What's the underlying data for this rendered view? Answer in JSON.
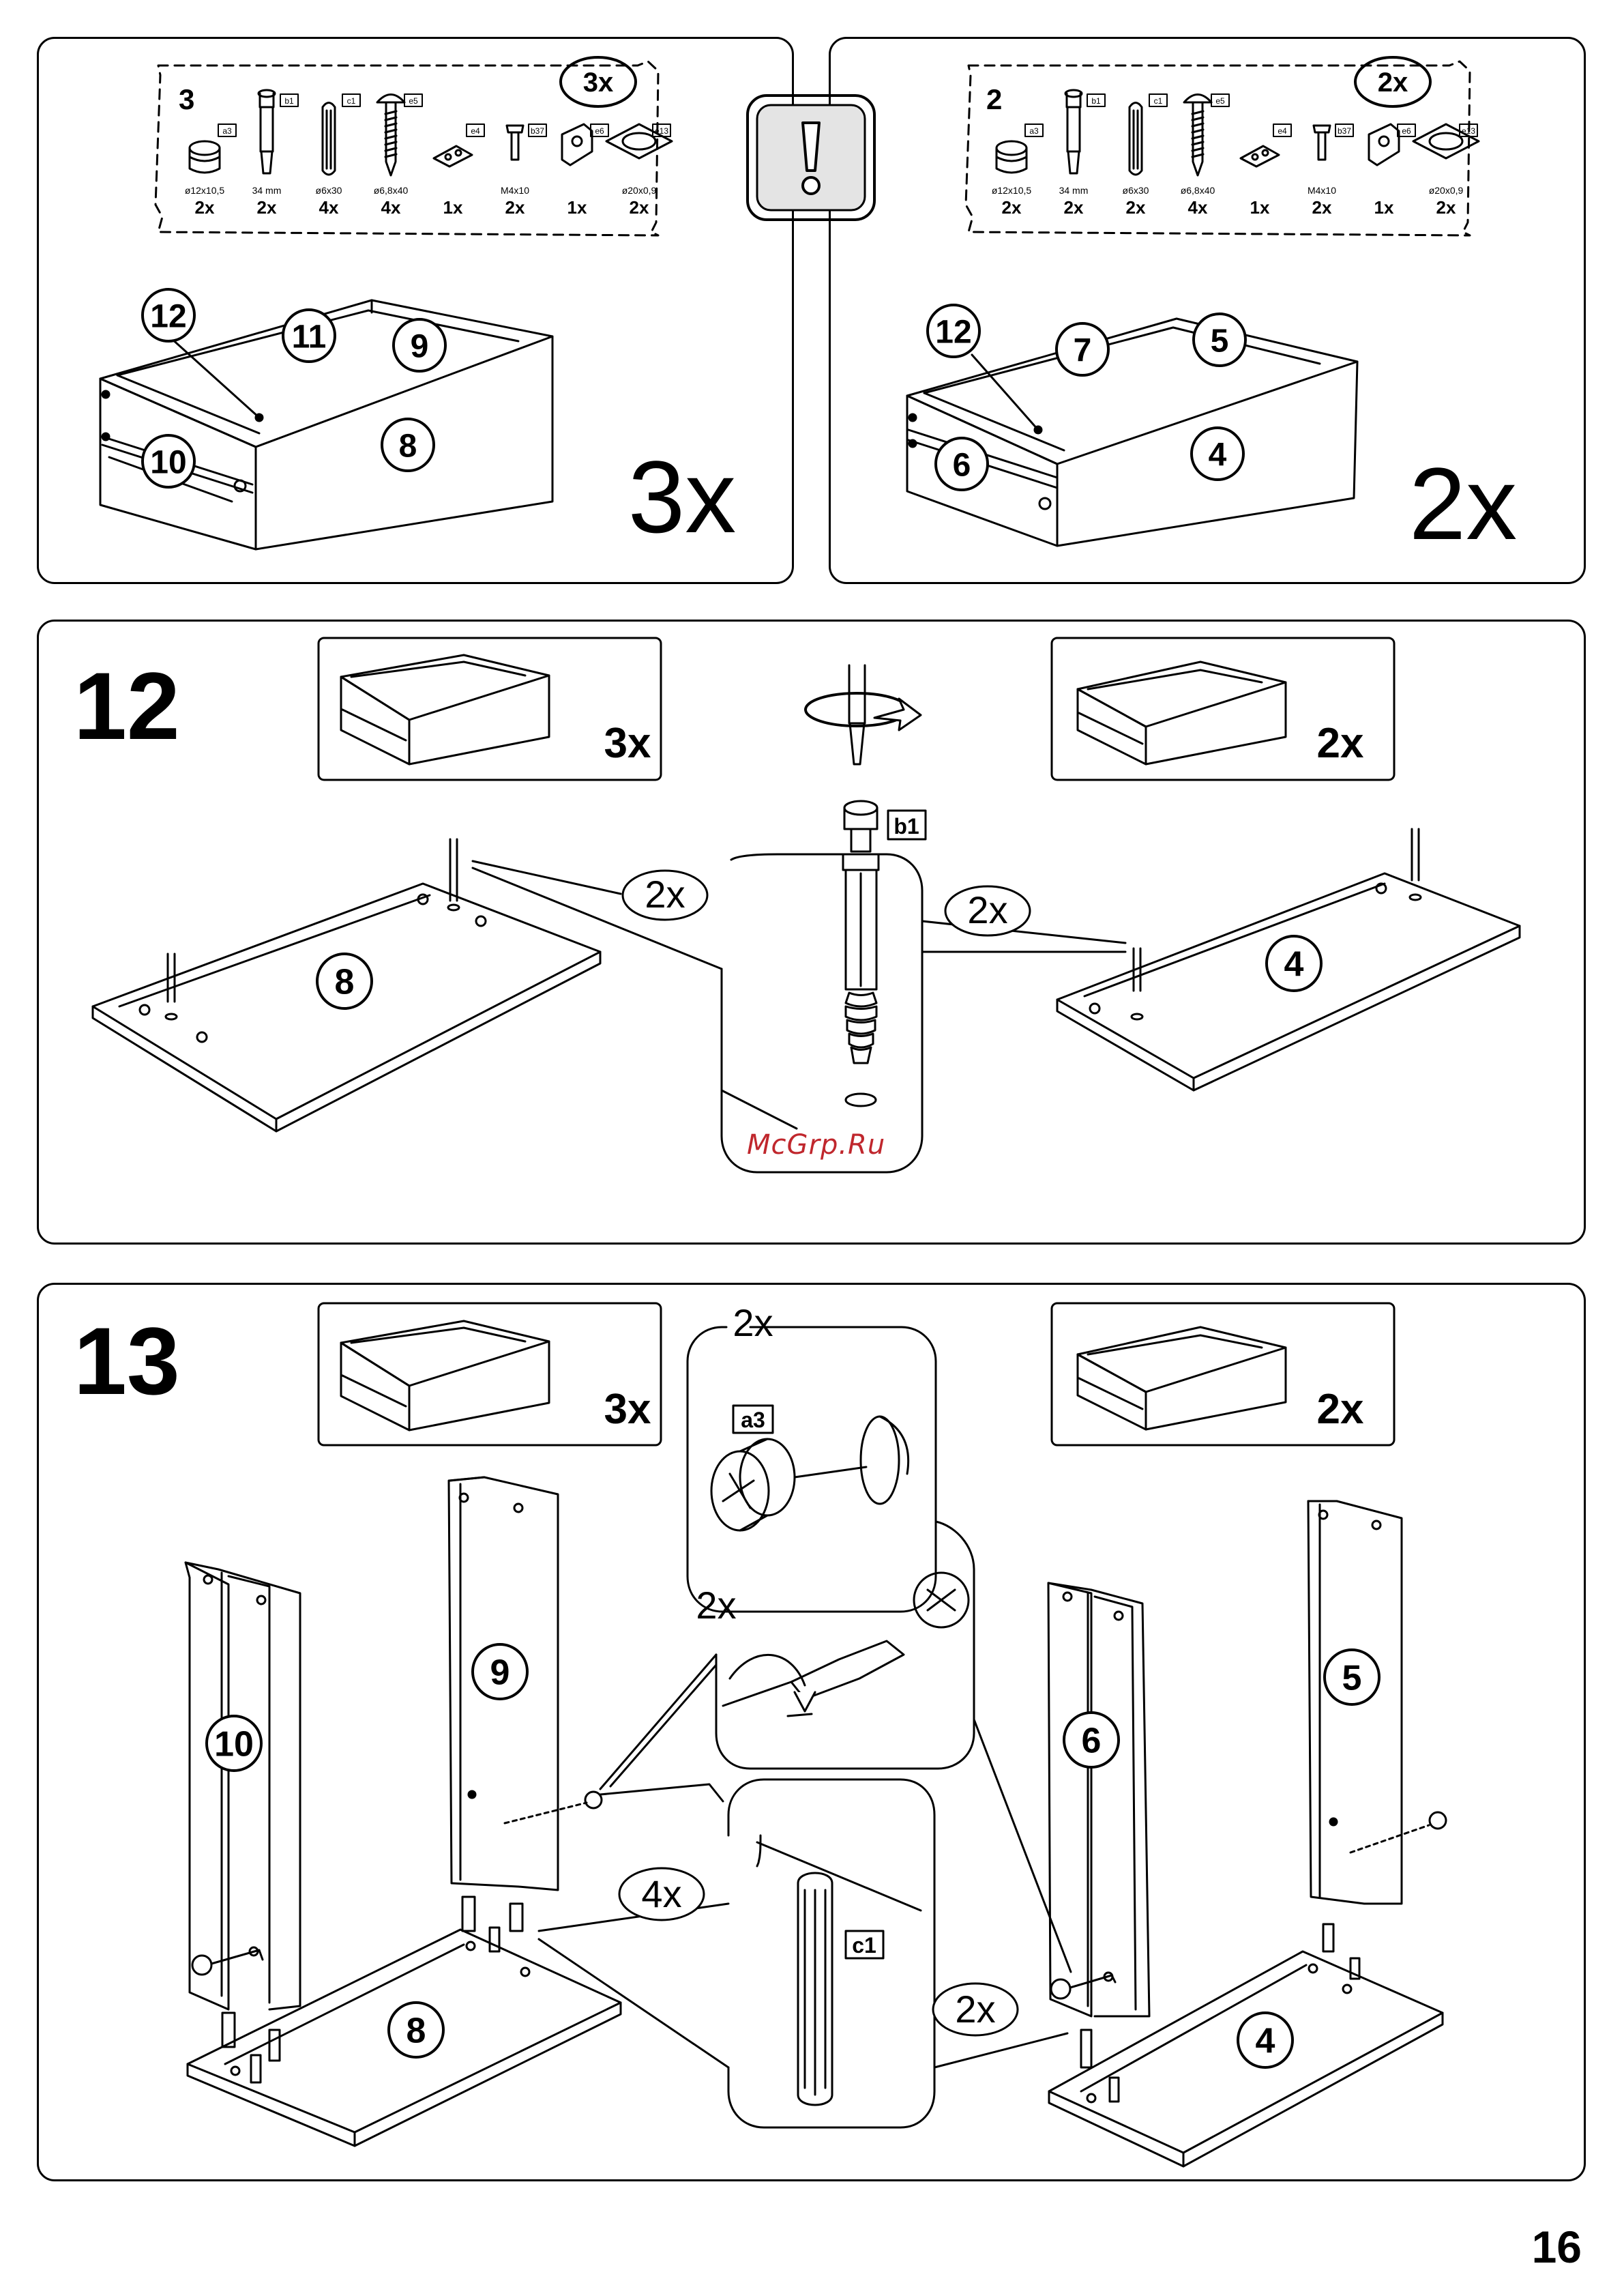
{
  "page_number": "16",
  "watermark": "McGrp.Ru",
  "top_left": {
    "box_number": "3",
    "box_multiplier": "3x",
    "panel_multiplier": "3x",
    "parts": [
      {
        "code": "a3",
        "size": "ø12x10,5",
        "qty": "2x",
        "icon": "cam-lock-icon"
      },
      {
        "code": "b1",
        "size": "34 mm",
        "qty": "2x",
        "icon": "cam-bolt-icon"
      },
      {
        "code": "c1",
        "size": "ø6x30",
        "qty": "4x",
        "icon": "wooden-dowel-icon"
      },
      {
        "code": "e5",
        "size": "ø6,8x40",
        "qty": "4x",
        "icon": "screw-icon"
      },
      {
        "code": "e4",
        "size": "",
        "qty": "1x",
        "icon": "bracket-icon"
      },
      {
        "code": "b37",
        "size": "M4x10",
        "qty": "2x",
        "icon": "bolt-icon"
      },
      {
        "code": "e6",
        "size": "",
        "qty": "1x",
        "icon": "corner-fitting-icon"
      },
      {
        "code": "e13",
        "size": "ø20x0,9",
        "qty": "2x",
        "icon": "washer-plate-icon"
      }
    ],
    "labels": [
      "12",
      "11",
      "9",
      "10",
      "8"
    ]
  },
  "top_right": {
    "box_number": "2",
    "box_multiplier": "2x",
    "panel_multiplier": "2x",
    "parts": [
      {
        "code": "a3",
        "size": "ø12x10,5",
        "qty": "2x",
        "icon": "cam-lock-icon"
      },
      {
        "code": "b1",
        "size": "34 mm",
        "qty": "2x",
        "icon": "cam-bolt-icon"
      },
      {
        "code": "c1",
        "size": "ø6x30",
        "qty": "2x",
        "icon": "wooden-dowel-icon"
      },
      {
        "code": "e5",
        "size": "ø6,8x40",
        "qty": "4x",
        "icon": "screw-icon"
      },
      {
        "code": "e4",
        "size": "",
        "qty": "1x",
        "icon": "bracket-icon"
      },
      {
        "code": "b37",
        "size": "M4x10",
        "qty": "2x",
        "icon": "bolt-icon"
      },
      {
        "code": "e6",
        "size": "",
        "qty": "1x",
        "icon": "corner-fitting-icon"
      },
      {
        "code": "e13",
        "size": "ø20x0,9",
        "qty": "2x",
        "icon": "washer-plate-icon"
      }
    ],
    "labels": [
      "12",
      "7",
      "5",
      "6",
      "4"
    ]
  },
  "notice_icon": "exclamation-icon",
  "step12": {
    "number": "12",
    "left_qty": "3x",
    "right_qty": "2x",
    "part_left": "8",
    "part_right": "4",
    "callout_left": "2x",
    "callout_right": "2x",
    "fitting": "b1",
    "icons": [
      "screwdriver-icon",
      "rotate-arrow-icon"
    ]
  },
  "step13": {
    "number": "13",
    "left_qty": "3x",
    "right_qty": "2x",
    "cam_callout": "2x",
    "cam_fitting": "a3",
    "turn_callout": "2x",
    "dowel_callout_left": "4x",
    "dowel_callout_right": "2x",
    "dowel_fitting": "c1",
    "left_parts": [
      "10",
      "9",
      "8"
    ],
    "right_parts": [
      "6",
      "5",
      "4"
    ]
  }
}
